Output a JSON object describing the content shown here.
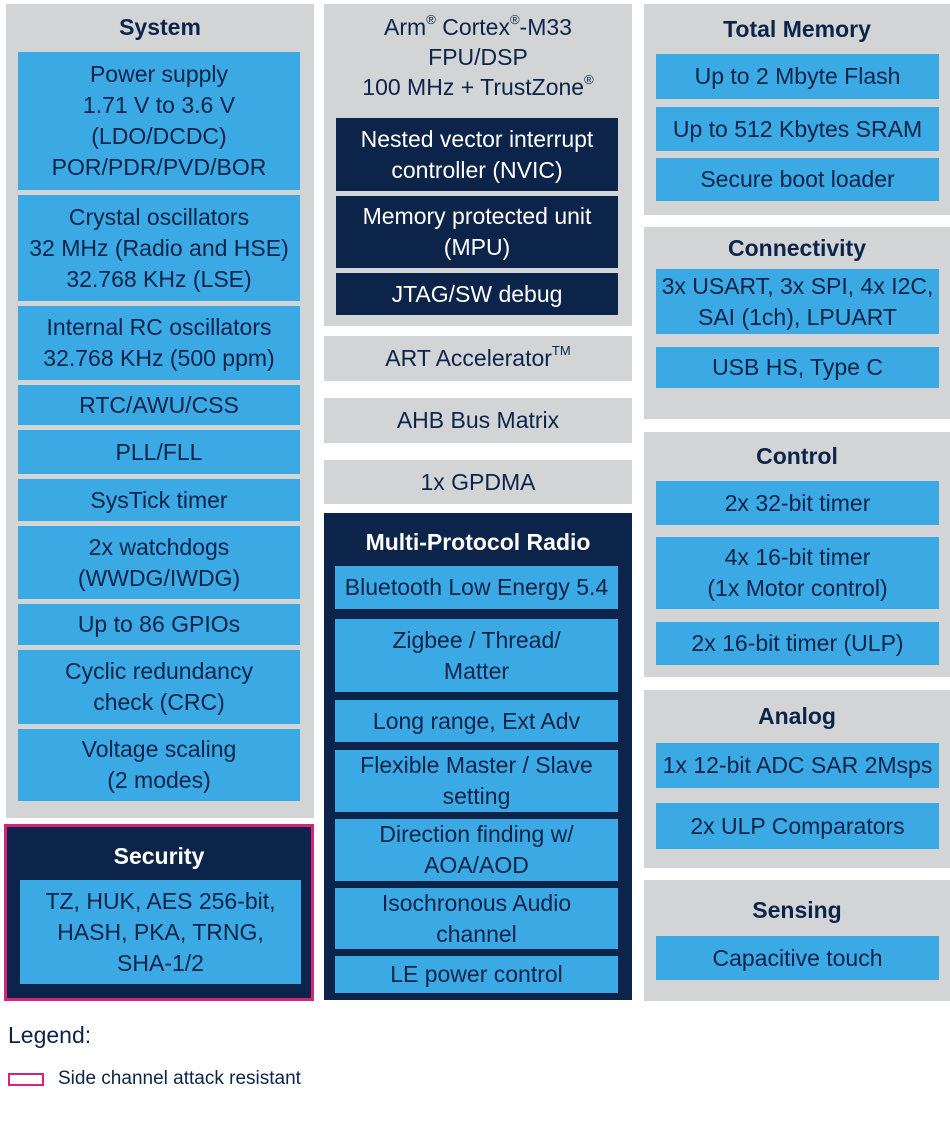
{
  "system": {
    "title": "System",
    "items": [
      {
        "lines": [
          "Power supply",
          "1.71 V to 3.6 V",
          "(LDO/DCDC)",
          "POR/PDR/PVD/BOR"
        ]
      },
      {
        "lines": [
          "Crystal oscillators",
          "32 MHz (Radio and HSE)",
          "32.768 KHz (LSE)"
        ]
      },
      {
        "lines": [
          "Internal RC oscillators",
          "32.768 KHz (500 ppm)"
        ]
      },
      {
        "lines": [
          "RTC/AWU/CSS"
        ]
      },
      {
        "lines": [
          "PLL/FLL"
        ]
      },
      {
        "lines": [
          "SysTick timer"
        ]
      },
      {
        "lines": [
          "2x watchdogs",
          "(WWDG/IWDG)"
        ]
      },
      {
        "lines": [
          "Up to 86 GPIOs"
        ]
      },
      {
        "lines": [
          "Cyclic redundancy",
          "check (CRC)"
        ]
      },
      {
        "lines": [
          "Voltage scaling",
          "(2 modes)"
        ]
      }
    ]
  },
  "security": {
    "title": "Security",
    "items": [
      {
        "lines": [
          "TZ, HUK, AES 256-bit,",
          "HASH, PKA, TRNG,",
          "SHA-1/2"
        ]
      }
    ]
  },
  "core": {
    "line1_a": "Arm",
    "line1_sup1": "®",
    "line1_b": " Cortex",
    "line1_sup2": "®",
    "line1_c": "-M33",
    "line2": "FPU/DSP",
    "line3_a": "100 MHz + TrustZone",
    "line3_sup": "®",
    "items": [
      {
        "lines": [
          "Nested vector interrupt",
          "controller (NVIC)"
        ]
      },
      {
        "lines": [
          "Memory protected unit",
          "(MPU)"
        ]
      },
      {
        "lines": [
          "JTAG/SW debug"
        ]
      }
    ]
  },
  "art": {
    "label": "ART Accelerator",
    "sup": "TM"
  },
  "ahb": {
    "label": "AHB Bus Matrix"
  },
  "gpdma": {
    "label": "1x GPDMA"
  },
  "radio": {
    "title": "Multi-Protocol Radio",
    "items": [
      {
        "lines": [
          "Bluetooth Low Energy 5.4"
        ]
      },
      {
        "lines": [
          "Zigbee / Thread/",
          "Matter"
        ]
      },
      {
        "lines": [
          "Long range, Ext Adv"
        ]
      },
      {
        "lines": [
          "Flexible Master / Slave",
          "setting"
        ]
      },
      {
        "lines": [
          "Direction finding w/",
          "AOA/AOD"
        ]
      },
      {
        "lines": [
          "Isochronous Audio",
          "channel"
        ]
      },
      {
        "lines": [
          "LE power control"
        ]
      }
    ]
  },
  "memory": {
    "title": "Total Memory",
    "items": [
      {
        "lines": [
          "Up to 2 Mbyte Flash"
        ]
      },
      {
        "lines": [
          "Up to 512 Kbytes SRAM"
        ]
      },
      {
        "lines": [
          "Secure boot loader"
        ]
      }
    ]
  },
  "connectivity": {
    "title": "Connectivity",
    "items": [
      {
        "lines": [
          "3x USART, 3x SPI, 4x I2C,",
          "SAI (1ch), LPUART"
        ]
      },
      {
        "lines": [
          "USB HS, Type C"
        ]
      }
    ]
  },
  "control": {
    "title": "Control",
    "items": [
      {
        "lines": [
          "2x 32-bit timer"
        ]
      },
      {
        "lines": [
          "4x 16-bit timer",
          "(1x Motor control)"
        ]
      },
      {
        "lines": [
          "2x 16-bit timer (ULP)"
        ]
      }
    ]
  },
  "analog": {
    "title": "Analog",
    "items": [
      {
        "lines": [
          "1x 12-bit ADC SAR 2Msps"
        ]
      },
      {
        "lines": [
          "2x ULP Comparators"
        ]
      }
    ]
  },
  "sensing": {
    "title": "Sensing",
    "items": [
      {
        "lines": [
          "Capacitive touch"
        ]
      }
    ]
  },
  "legend": {
    "title": "Legend:",
    "item": "Side channel attack resistant"
  },
  "colors": {
    "panel_gray": "#d3d4d6",
    "block_blue": "#3aa9e4",
    "navy": "#0c2449",
    "security_border": "#d6237b"
  }
}
